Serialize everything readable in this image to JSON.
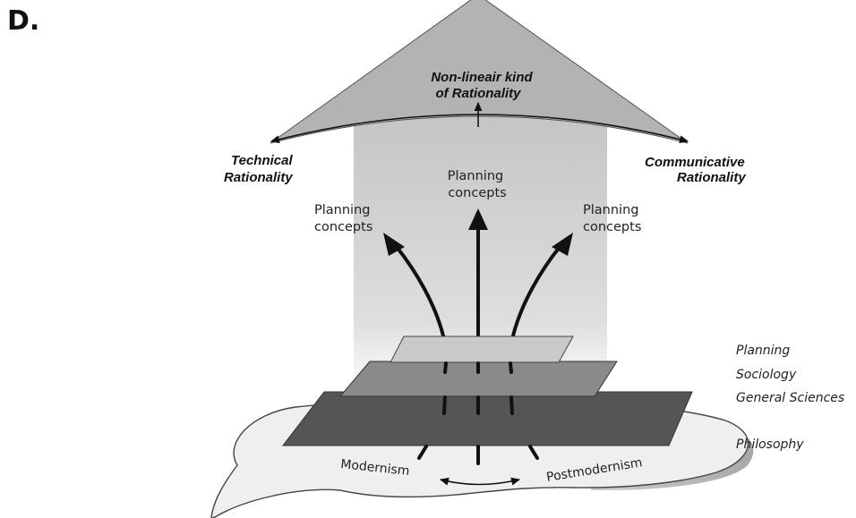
{
  "panel_letter": "D.",
  "diagram": {
    "top_label_line1": "Non-lineair kind",
    "top_label_line2": "of Rationality",
    "left_label_line1": "Technical",
    "left_label_line2": "Rationality",
    "right_label_line1": "Communicative",
    "right_label_line2": "Rationality",
    "concept_line1": "Planning",
    "concept_line2": "concepts",
    "layers": [
      "Planning",
      "Sociology",
      "General Sciences",
      "Philosophy"
    ],
    "base_left": "Modernism",
    "base_right": "Postmodernism"
  }
}
